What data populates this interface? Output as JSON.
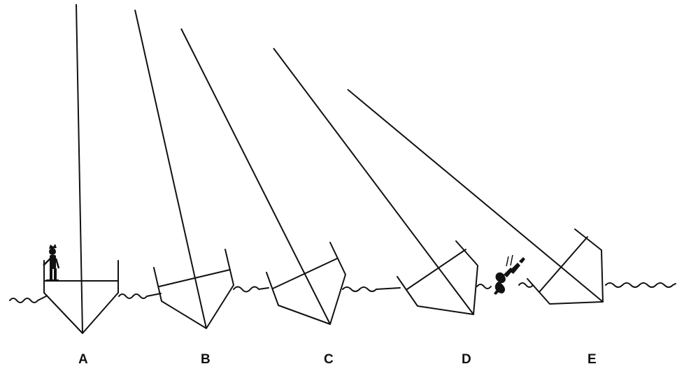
{
  "labels": [
    "A",
    "B",
    "C",
    "D",
    "E"
  ],
  "colors": {
    "line": "#111111",
    "background": "#ffffff"
  },
  "icons": [
    "person-standing-icon",
    "person-falling-icon"
  ]
}
